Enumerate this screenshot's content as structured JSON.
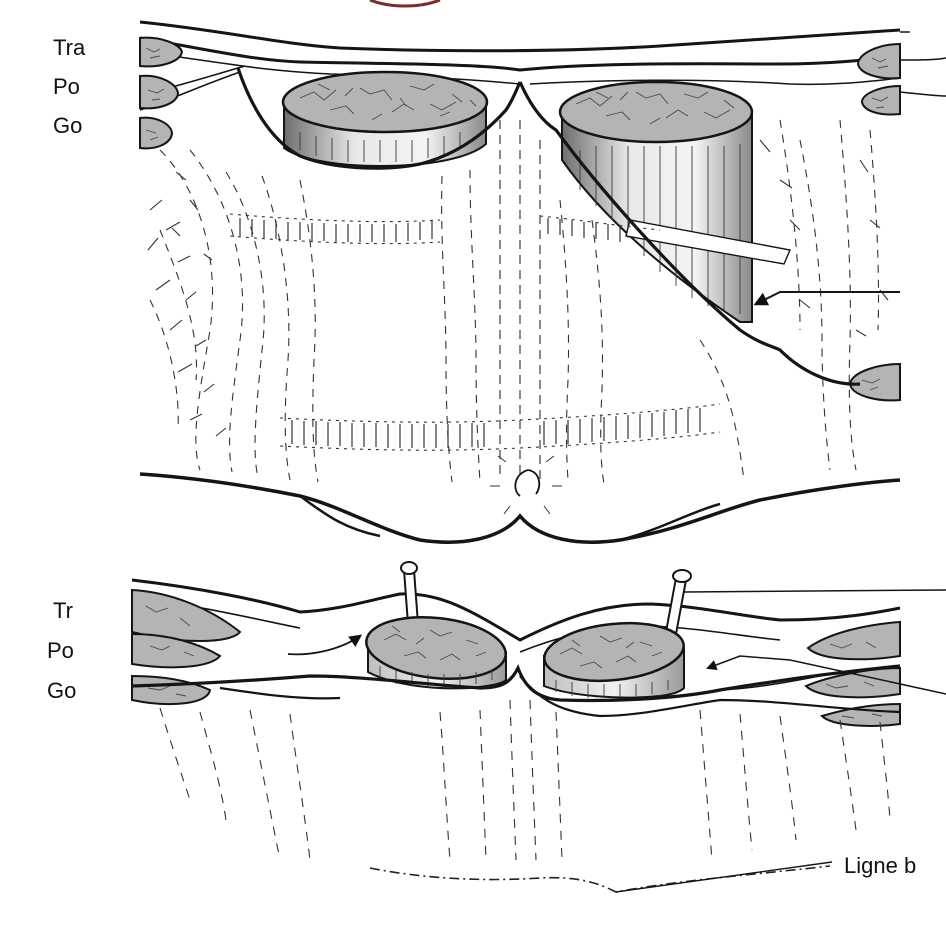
{
  "labels": {
    "upper": [
      "Tra",
      "Po",
      "Go"
    ],
    "lower": [
      "Tr",
      "Po",
      "Go"
    ],
    "baseline": "Ligne b"
  },
  "colors": {
    "ink": "#151515",
    "muscle_fill": "#b4b4b4",
    "paper": "#ffffff"
  }
}
